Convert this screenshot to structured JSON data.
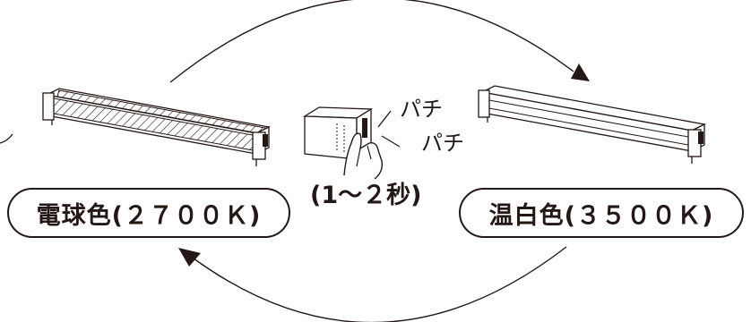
{
  "colors": {
    "ink": "#231815",
    "background": "#ffffff"
  },
  "icons": {
    "lamp_left": "fluorescent-fixture-icon",
    "lamp_right": "fluorescent-fixture-icon",
    "switch": "wall-switch-press-icon",
    "arrow_top": "curved-arrow-icon",
    "arrow_bottom": "curved-arrow-icon"
  },
  "labels": {
    "left_color": "電球色(２７００Ｋ)",
    "right_color": "温白色(３５００Ｋ)",
    "duration": "(1～２秒)",
    "click_1": "パチ",
    "click_2": "パチ"
  }
}
